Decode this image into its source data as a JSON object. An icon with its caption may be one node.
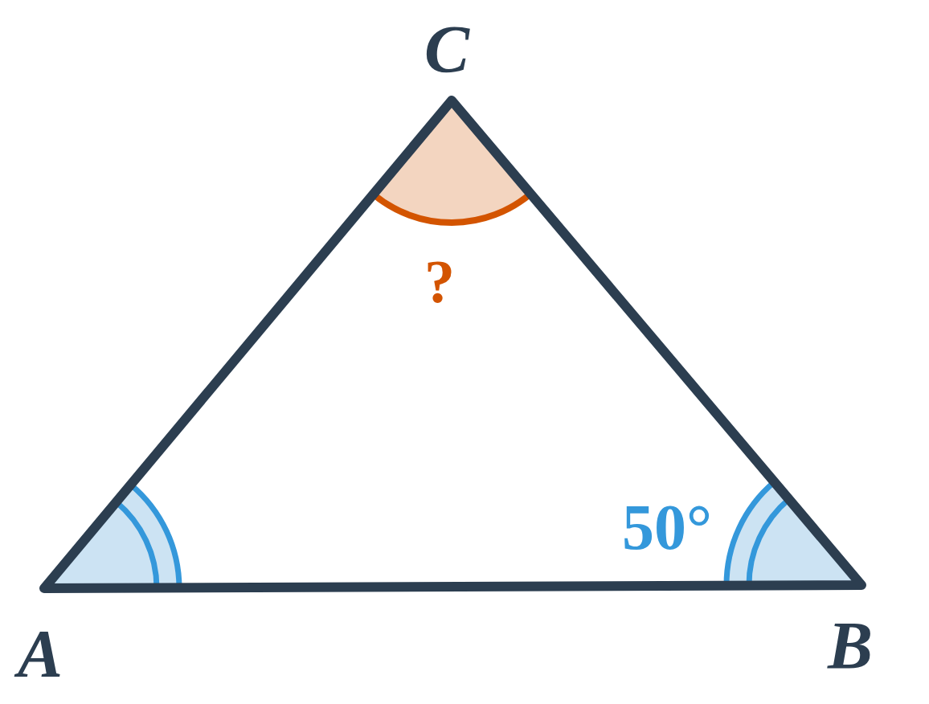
{
  "diagram": {
    "labels": [
      "C",
      "?",
      "50°",
      "A",
      "B"
    ]
  }
}
